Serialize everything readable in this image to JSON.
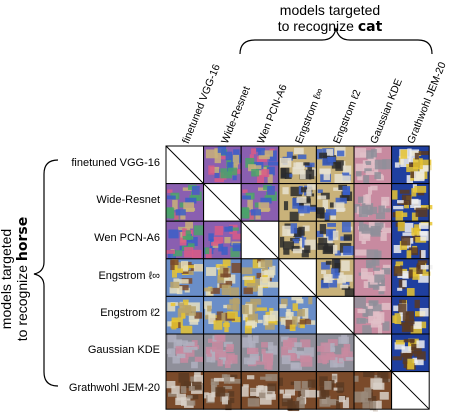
{
  "top_title": {
    "line1": "models targeted",
    "line2_prefix": "to recognize ",
    "line2_bold": "cat"
  },
  "left_title": {
    "line1": "models targeted",
    "line2_prefix": "to recognize ",
    "line2_bold": "horse"
  },
  "columns": [
    "finetuned VGG-16",
    "Wide-Resnet",
    "Wen PCN-A6",
    "Engstrom ℓ∞",
    "Engstrom ℓ2",
    "Gaussian KDE",
    "Grathwohl JEM-20"
  ],
  "rows": [
    "finetuned VGG-16",
    "Wide-Resnet",
    "Wen PCN-A6",
    "Engstrom ℓ∞",
    "Engstrom ℓ2",
    "Gaussian KDE",
    "Grathwohl JEM-20"
  ],
  "colors": {
    "noise_a": "#8a5fb0",
    "noise_b": "#4aa36a",
    "noise_c": "#d95a86",
    "cat_fur": "#c9b27a",
    "cat_blue": "#3a5fc8",
    "cat_dark": "#2a2a2a",
    "horse_brown": "#7a4a2a",
    "horse_sky": "#6a8ec8",
    "horse_field": "#b8a36a",
    "kde_pink": "#c88aa0",
    "kde_gray": "#8f8f9a",
    "jem_blue": "#1f3f9f",
    "jem_yellow": "#e8c430",
    "jem_brown": "#5a3a22",
    "grid_line": "#000000"
  }
}
